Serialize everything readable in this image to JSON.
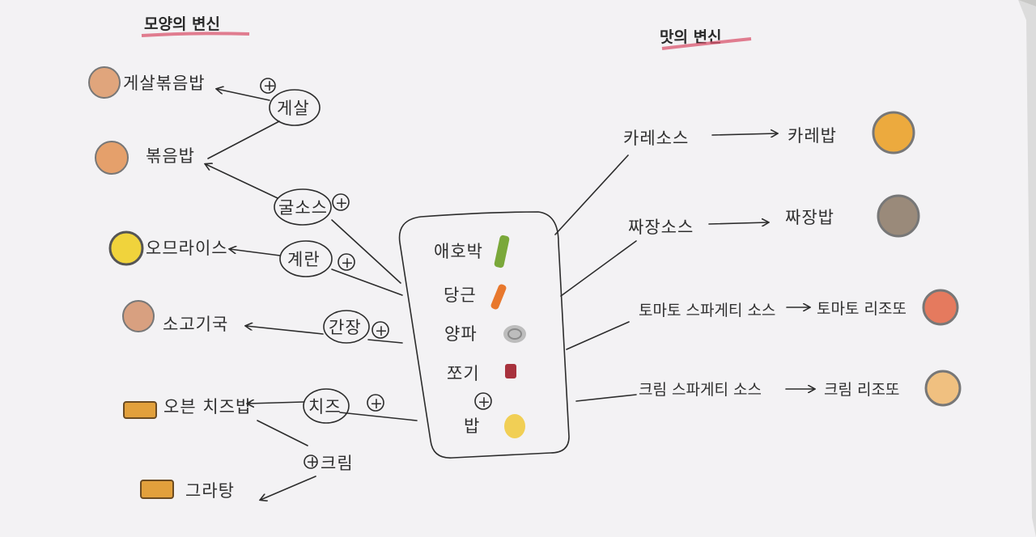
{
  "left_title": "모양의 변신",
  "right_title": "맛의 변신",
  "center": {
    "items": [
      {
        "label": "애호박",
        "color": "#7aa83a"
      },
      {
        "label": "당근",
        "color": "#e8782d"
      },
      {
        "label": "양파",
        "color": "#bdbdbd"
      },
      {
        "label": "쪼기",
        "color": "#a8323d"
      },
      {
        "label": "밥",
        "color": "#f1cf55"
      }
    ],
    "plus": "+"
  },
  "left": {
    "modifiers": [
      {
        "label": "게살",
        "plus": "+"
      },
      {
        "label": "굴소스",
        "plus": "+"
      },
      {
        "label": "계란",
        "plus": "+"
      },
      {
        "label": "간장",
        "plus": "+"
      },
      {
        "label": "치즈",
        "plus": "+"
      },
      {
        "label": "크림",
        "plus": "+"
      }
    ],
    "results": [
      {
        "label": "게살볶음밥",
        "color": "#e0a57c"
      },
      {
        "label": "볶음밥",
        "color": "#e5a06b"
      },
      {
        "label": "오므라이스",
        "color": "#f0d33c"
      },
      {
        "label": "소고기국",
        "color": "#d8a080"
      },
      {
        "label": "오븐 치즈밥",
        "color": "#e2a03c"
      },
      {
        "label": "그라탕",
        "color": "#e2a03c"
      }
    ]
  },
  "right": {
    "rows": [
      {
        "sauce": "카레소스",
        "result": "카레밥",
        "color": "#ecaa3e"
      },
      {
        "sauce": "짜장소스",
        "result": "짜장밥",
        "color": "#9a8a7a"
      },
      {
        "sauce": "토마토 스파게티 소스",
        "result": "토마토 리조또",
        "color": "#e57a5e"
      },
      {
        "sauce": "크림 스파게티 소스",
        "result": "크림 리조또",
        "color": "#f0c080"
      }
    ]
  }
}
